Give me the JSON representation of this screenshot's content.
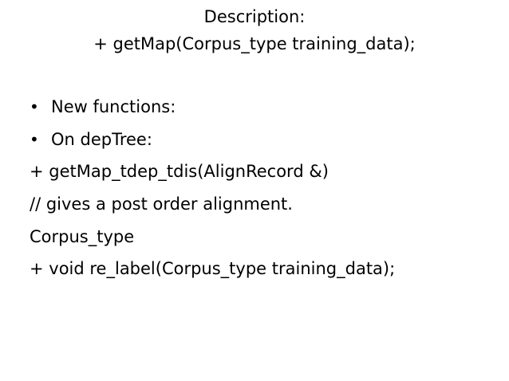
{
  "slide": {
    "title_line1": "Description:",
    "title_line2": "+ getMap(Corpus_type training_data);",
    "bullets": [
      {
        "symbol": "•",
        "text": "New functions:"
      },
      {
        "symbol": "•",
        "text": "On depTree:"
      }
    ],
    "lines": [
      "+ getMap_tdep_tdis(AlignRecord &)",
      "// gives a post order alignment.",
      "Corpus_type",
      "+ void re_label(Corpus_type training_data);"
    ]
  }
}
